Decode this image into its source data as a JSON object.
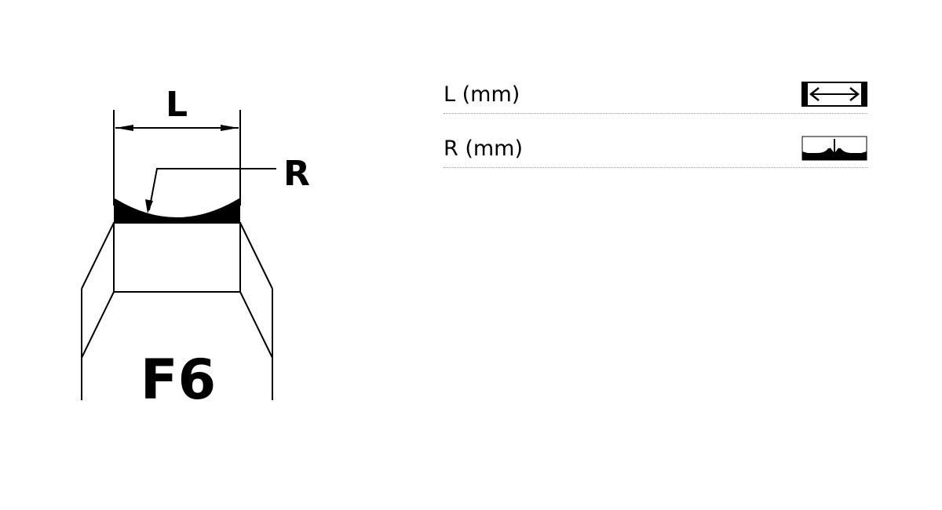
{
  "diagram": {
    "dimension_label_L": "L",
    "dimension_label_R": "R",
    "profile_code": "F6"
  },
  "parameters": [
    {
      "label": "L (mm)",
      "icon": "width-arrows-icon"
    },
    {
      "label": "R (mm)",
      "icon": "radius-concave-icon"
    }
  ],
  "colors": {
    "ink": "#000000",
    "divider": "#9a9a9a",
    "background": "#ffffff"
  }
}
